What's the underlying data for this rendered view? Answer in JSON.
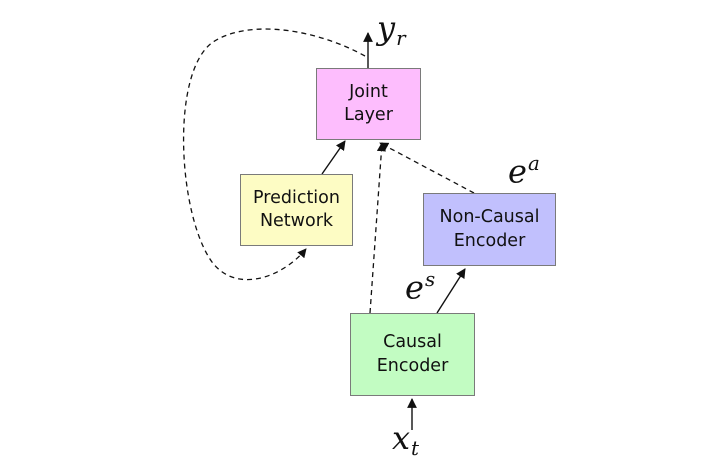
{
  "nodes": {
    "joint_layer": {
      "label": "Joint\nLayer",
      "fill": "#fdbdfd"
    },
    "prediction_network": {
      "label": "Prediction\nNetwork",
      "fill": "#fdfcc4"
    },
    "non_causal_encoder": {
      "label": "Non-Causal\nEncoder",
      "fill": "#c1c0fd"
    },
    "causal_encoder": {
      "label": "Causal\nEncoder",
      "fill": "#c2fcc2"
    }
  },
  "math_labels": {
    "output": {
      "base": "y",
      "sub": "r"
    },
    "input": {
      "base": "x",
      "sub": "t"
    },
    "streaming_embedding": {
      "base": "e",
      "sup": "s"
    },
    "full_context_embedding": {
      "base": "e",
      "sup": "a"
    }
  },
  "edges": [
    {
      "from": "prediction_network",
      "to": "joint_layer",
      "style": "solid"
    },
    {
      "from": "non_causal_encoder",
      "to": "joint_layer",
      "style": "dashed"
    },
    {
      "from": "causal_encoder",
      "to": "joint_layer",
      "style": "dashed"
    },
    {
      "from": "causal_encoder",
      "to": "non_causal_encoder",
      "style": "solid"
    },
    {
      "from": "input",
      "to": "causal_encoder",
      "style": "solid"
    },
    {
      "from": "joint_layer",
      "to": "output",
      "style": "solid"
    },
    {
      "from": "output",
      "to": "prediction_network",
      "style": "dashed"
    }
  ],
  "colors": {
    "stroke": "#111111",
    "box_border": "#7a7a7a"
  }
}
